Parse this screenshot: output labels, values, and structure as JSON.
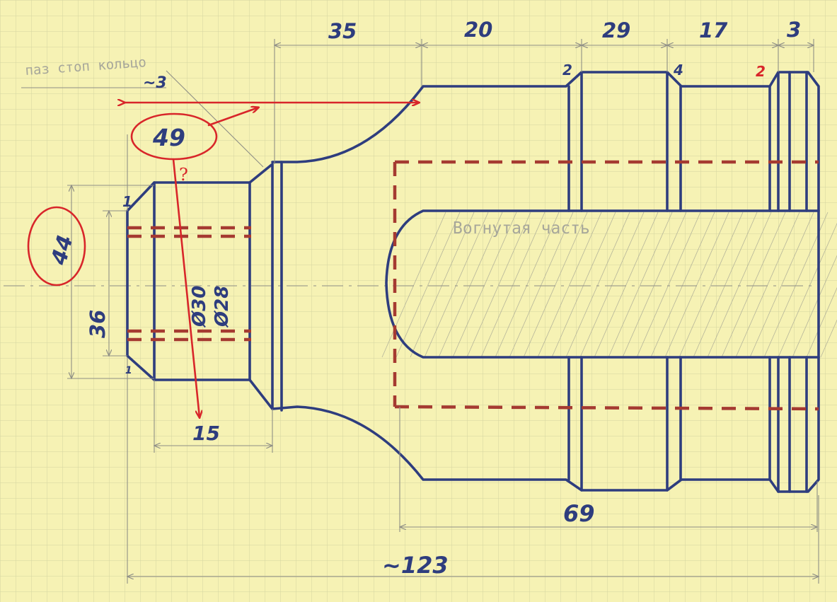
{
  "colors": {
    "paper": "#f6f2b4",
    "grid": "#d4d4a0",
    "ink": "#2e3d7e",
    "pencil": "#8f8f86",
    "dashed_red": "#a53a31",
    "annotation_red": "#d8262a"
  },
  "dimensions": {
    "top_35": "35",
    "top_20": "20",
    "top_29": "29",
    "top_17": "17",
    "top_3": "3",
    "bottom_69": "69",
    "bottom_123": "~123",
    "left_36": "36",
    "bottom_15": "15",
    "dia_30": "Ø30",
    "dia_28": "Ø28",
    "chamfer_top_left": "1",
    "chamfer_bottom_left": "1",
    "chamfer_20_29": "2",
    "chamfer_29_17": "4",
    "chamfer_right": "2",
    "groove_3": "~3"
  },
  "notes": {
    "ring_groove": "паз стоп кольцо",
    "concave_part": "Вогнутая часть"
  },
  "annotations": {
    "circled_length": "49",
    "circled_diameter": "44",
    "question_mark": "?"
  }
}
